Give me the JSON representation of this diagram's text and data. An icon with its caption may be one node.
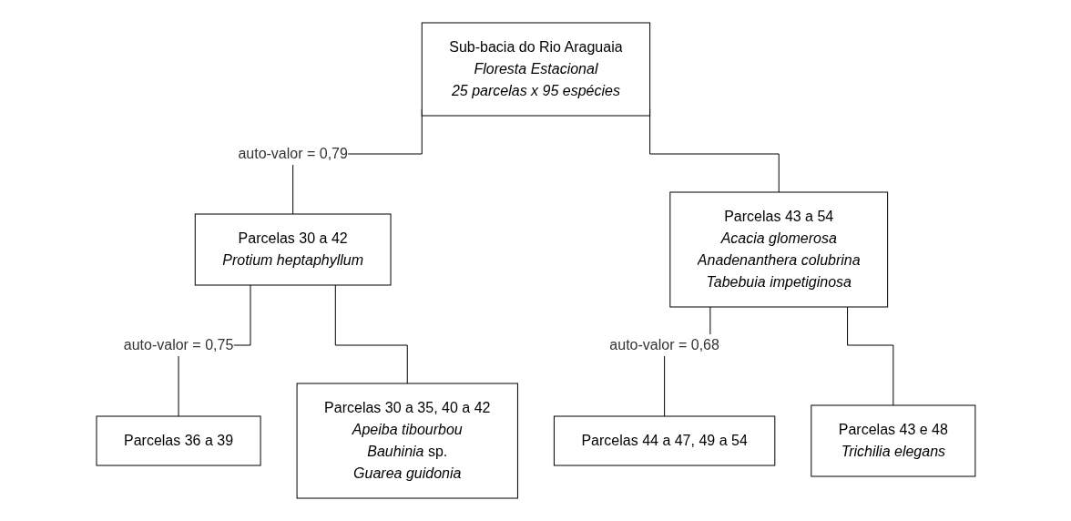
{
  "diagram": {
    "nodes": [
      {
        "text": [
          "Sub-bacia do Rio Araguaia",
          "Floresta Estacional",
          "25 parcelas x 95 espécies"
        ]
      },
      {
        "text": [
          "Parcelas 30 a 42",
          "Protium heptaphyllum"
        ]
      },
      {
        "text": [
          "Parcelas 43 a 54",
          "Acacia glomerosa",
          "Anadenanthera colubrina",
          "Tabebuia impetiginosa"
        ]
      },
      {
        "text": [
          "Parcelas 36 a 39"
        ]
      },
      {
        "text": [
          "Parcelas 30 a 35, 40 a 42",
          "Apeiba tibourbou",
          "*Bauhinia* sp.",
          "Guarea guidonia"
        ]
      },
      {
        "text": [
          "Parcelas 44 a 47, 49 a 54"
        ]
      },
      {
        "text": [
          "Parcelas 43 e 48",
          "Trichilia elegans"
        ]
      }
    ],
    "edges": [
      {
        "from": 0,
        "to": 1,
        "arrow": "none",
        "label": "auto-valor = 0,79"
      },
      {
        "from": 0,
        "to": 2,
        "arrow": "none"
      },
      {
        "from": 1,
        "to": 3,
        "arrow": "none",
        "label": "auto-valor = 0,75"
      },
      {
        "from": 1,
        "to": 4,
        "arrow": "none"
      },
      {
        "from": 2,
        "to": 5,
        "arrow": "none",
        "label": "auto-valor = 0,68"
      },
      {
        "from": 2,
        "to": 6,
        "arrow": "none"
      }
    ]
  }
}
